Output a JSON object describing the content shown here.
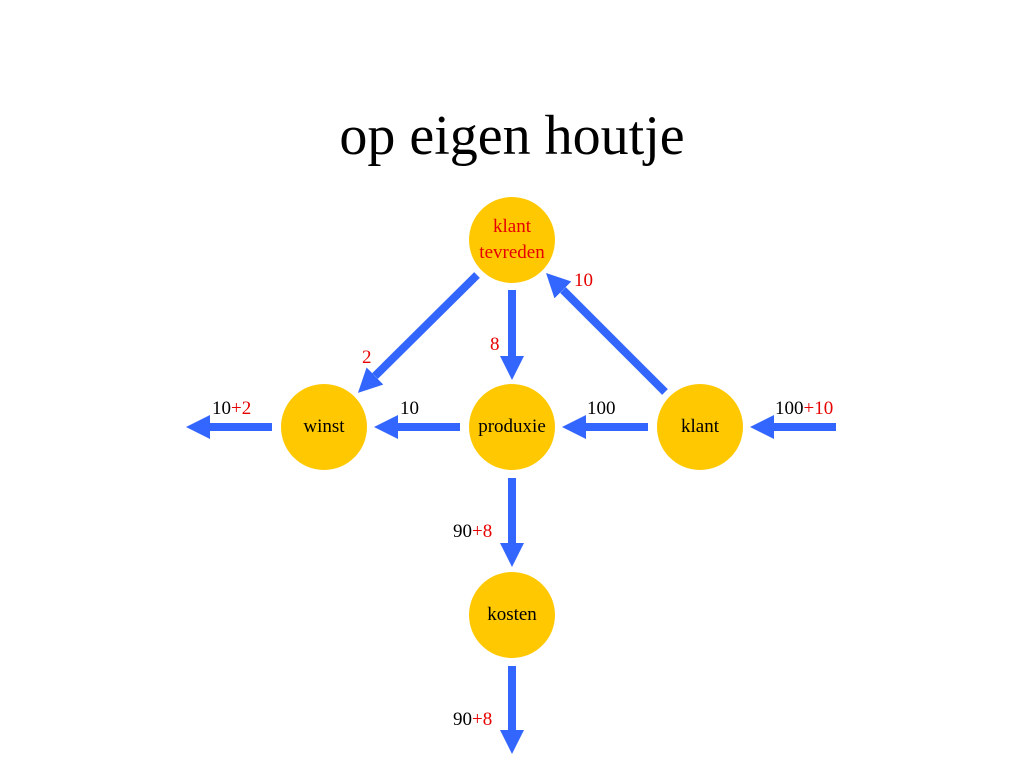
{
  "title": "op eigen houtje",
  "colors": {
    "node": "#FFC800",
    "arrow": "#3366FF",
    "highlight": "#E60000"
  },
  "nodes": {
    "klant_tevreden": {
      "line1": "klant",
      "line2": "tevreden"
    },
    "winst": "winst",
    "produxie": "produxie",
    "klant": "klant",
    "kosten": "kosten"
  },
  "labels": {
    "tevreden_to_winst": "2",
    "tevreden_to_produxie": "8",
    "klant_to_tevreden": "10",
    "winst_out_base": "10",
    "winst_out_extra": "+2",
    "produxie_to_winst": "10",
    "klant_to_produxie": "100",
    "klant_in_base": "100",
    "klant_in_extra": "+10",
    "produxie_to_kosten_base": "90",
    "produxie_to_kosten_extra": "+8",
    "kosten_out_base": "90",
    "kosten_out_extra": "+8"
  }
}
